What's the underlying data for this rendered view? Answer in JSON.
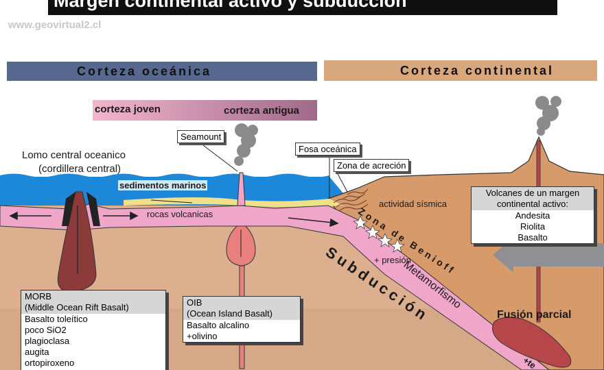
{
  "title": "Margen continental activo y subducción",
  "watermark": "www.geovirtual2.cl",
  "bands": {
    "oceanic_crust": "Corteza oceánica",
    "continental_crust": "Corteza continental",
    "young_crust": "corteza joven",
    "old_crust": "corteza antigua"
  },
  "labels": {
    "ridge_line1": "Lomo central oceanico",
    "ridge_line2": "(cordillera central)",
    "seamount": "Seamount",
    "trench": "Fosa oceánica",
    "accretion": "Zona de acreción",
    "marine_sediments": "sedimentos marinos",
    "volcanic_rocks": "rocas volcanicas",
    "seismic": "actividad sísmica",
    "benioff": "Zona de Benioff",
    "pressure": "+ presión",
    "subduction": "Subducción",
    "metamorphism": "Metamorfismo",
    "partial_melting": "Fusión parcial",
    "temp": "+te"
  },
  "volcano_box": {
    "header_line1": "Volcanes de un margen",
    "header_line2": "continental activo:",
    "items": [
      "Andesita",
      "Riolita",
      "Basalto"
    ]
  },
  "morb_box": {
    "header_line1": "MORB",
    "header_line2": "(Middle Ocean Rift Basalt)",
    "items": [
      "Basalto toleítico",
      "poco SiO2",
      "plagioclasa",
      "augita",
      "ortopiroxeno"
    ]
  },
  "oib_box": {
    "header_line1": "OIB",
    "header_line2": "(Ocean Island Basalt)",
    "items": [
      "Basalto alcalino",
      "+olivino"
    ]
  },
  "colors": {
    "ocean": "#1e88d8",
    "mantle": "#dcb08e",
    "continent": "#d79a6a",
    "oceanic_crust": "#f0a6c8",
    "magma": "#8c3a3a",
    "plume": "#e88080",
    "sediment": "#f0e08a",
    "title_bar": "#101010",
    "oceanic_band": "#57678e",
    "continental_band": "#d9a77e"
  }
}
